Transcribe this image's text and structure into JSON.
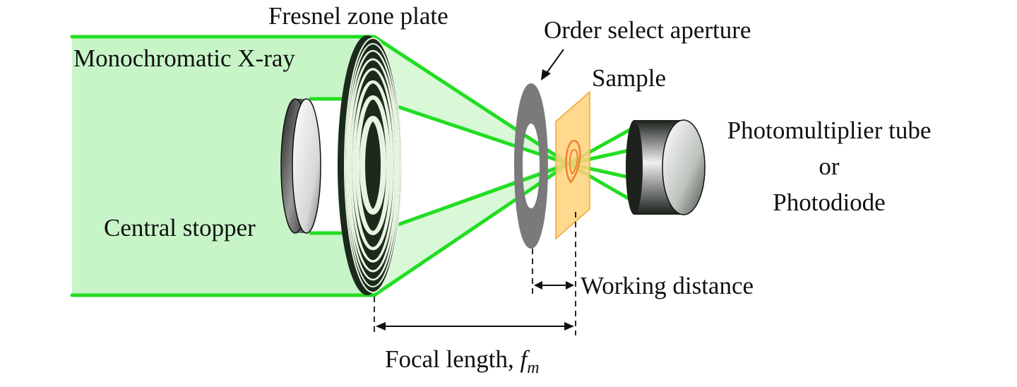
{
  "labels": {
    "fresnel_zone_plate": "Fresnel zone plate",
    "monochromatic_xray": "Monochromatic X-ray",
    "order_select_aperture": "Order select aperture",
    "sample": "Sample",
    "central_stopper": "Central stopper",
    "detector_line1": "Photomultiplier tube",
    "detector_line2": "or",
    "detector_line3": "Photodiode",
    "working_distance": "Working distance",
    "focal_length_prefix": "Focal length, ",
    "focal_length_symbol": "f",
    "focal_length_subscript": "m"
  },
  "colors": {
    "beam_line": "#22dd22",
    "beam_fill": "#c8f5c8",
    "zone_plate_dark": "#1b2a1b",
    "zone_plate_light": "#e8f4e0",
    "aperture": "#7a7a7a",
    "sample_fill": "#ffd27a",
    "sample_edge": "#f0a830",
    "metal_dark": "#1d221d",
    "metal_light": "#e8e8e8"
  }
}
